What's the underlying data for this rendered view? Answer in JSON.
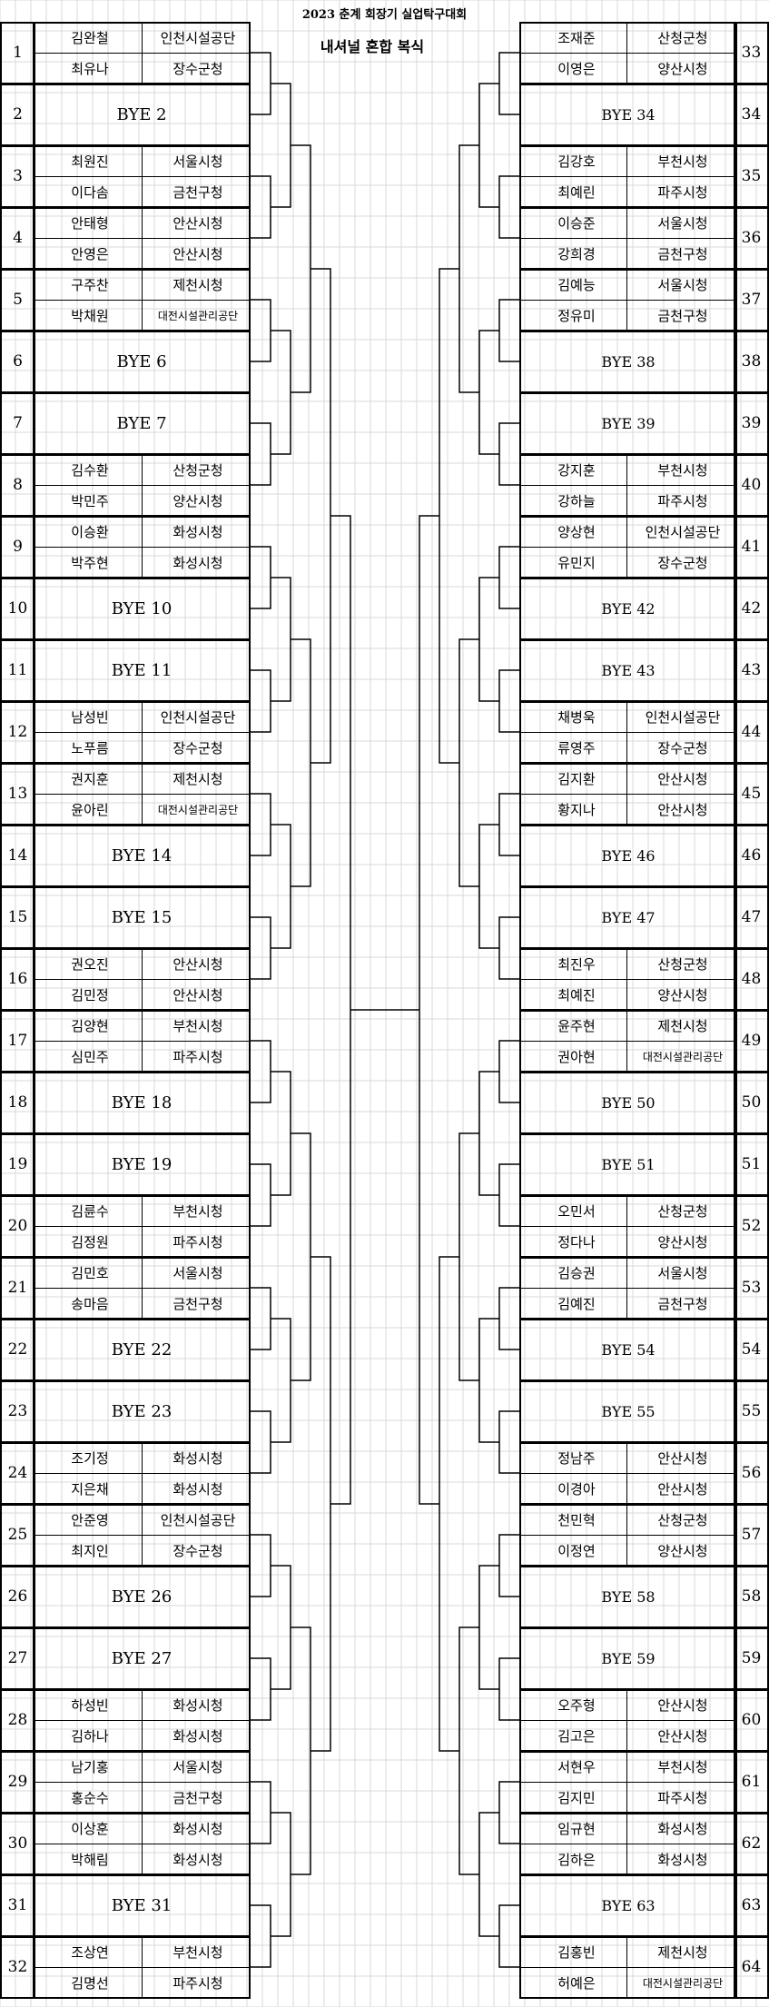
{
  "title": "2023 춘계 회장기 실업탁구대회",
  "subtitle": "내셔널 혼합 복식",
  "left_slots": [
    {
      "num": "1",
      "players": [
        [
          "김완철",
          "인천시설공단"
        ],
        [
          "최유나",
          "장수군청"
        ]
      ]
    },
    {
      "num": "2",
      "bye": "BYE 2"
    },
    {
      "num": "3",
      "players": [
        [
          "최원진",
          "서울시청"
        ],
        [
          "이다솜",
          "금천구청"
        ]
      ]
    },
    {
      "num": "4",
      "players": [
        [
          "안태형",
          "안산시청"
        ],
        [
          "안영은",
          "안산시청"
        ]
      ]
    },
    {
      "num": "5",
      "players": [
        [
          "구주찬",
          "제천시청"
        ],
        [
          "박채원",
          "대전시설관리공단"
        ]
      ]
    },
    {
      "num": "6",
      "bye": "BYE 6"
    },
    {
      "num": "7",
      "bye": "BYE 7"
    },
    {
      "num": "8",
      "players": [
        [
          "김수환",
          "산청군청"
        ],
        [
          "박민주",
          "양산시청"
        ]
      ]
    },
    {
      "num": "9",
      "players": [
        [
          "이승환",
          "화성시청"
        ],
        [
          "박주현",
          "화성시청"
        ]
      ]
    },
    {
      "num": "10",
      "bye": "BYE 10"
    },
    {
      "num": "11",
      "bye": "BYE 11"
    },
    {
      "num": "12",
      "players": [
        [
          "남성빈",
          "인천시설공단"
        ],
        [
          "노푸름",
          "장수군청"
        ]
      ]
    },
    {
      "num": "13",
      "players": [
        [
          "권지훈",
          "제천시청"
        ],
        [
          "윤아린",
          "대전시설관리공단"
        ]
      ]
    },
    {
      "num": "14",
      "bye": "BYE 14"
    },
    {
      "num": "15",
      "bye": "BYE 15"
    },
    {
      "num": "16",
      "players": [
        [
          "권오진",
          "안산시청"
        ],
        [
          "김민정",
          "안산시청"
        ]
      ]
    },
    {
      "num": "17",
      "players": [
        [
          "김양현",
          "부천시청"
        ],
        [
          "심민주",
          "파주시청"
        ]
      ]
    },
    {
      "num": "18",
      "bye": "BYE 18"
    },
    {
      "num": "19",
      "bye": "BYE 19"
    },
    {
      "num": "20",
      "players": [
        [
          "김륜수",
          "부천시청"
        ],
        [
          "김정원",
          "파주시청"
        ]
      ]
    },
    {
      "num": "21",
      "players": [
        [
          "김민호",
          "서울시청"
        ],
        [
          "송마음",
          "금천구청"
        ]
      ]
    },
    {
      "num": "22",
      "bye": "BYE 22"
    },
    {
      "num": "23",
      "bye": "BYE 23"
    },
    {
      "num": "24",
      "players": [
        [
          "조기정",
          "화성시청"
        ],
        [
          "지은채",
          "화성시청"
        ]
      ]
    },
    {
      "num": "25",
      "players": [
        [
          "안준영",
          "인천시설공단"
        ],
        [
          "최지인",
          "장수군청"
        ]
      ]
    },
    {
      "num": "26",
      "bye": "BYE 26"
    },
    {
      "num": "27",
      "bye": "BYE 27"
    },
    {
      "num": "28",
      "players": [
        [
          "하성빈",
          "화성시청"
        ],
        [
          "김하나",
          "화성시청"
        ]
      ]
    },
    {
      "num": "29",
      "players": [
        [
          "남기홍",
          "서울시청"
        ],
        [
          "홍순수",
          "금천구청"
        ]
      ]
    },
    {
      "num": "30",
      "players": [
        [
          "이상훈",
          "화성시청"
        ],
        [
          "박해림",
          "화성시청"
        ]
      ]
    },
    {
      "num": "31",
      "bye": "BYE 31"
    },
    {
      "num": "32",
      "players": [
        [
          "조상연",
          "부천시청"
        ],
        [
          "김명선",
          "파주시청"
        ]
      ]
    }
  ],
  "right_slots": [
    {
      "num": "33",
      "players": [
        [
          "조재준",
          "산청군청"
        ],
        [
          "이영은",
          "양산시청"
        ]
      ]
    },
    {
      "num": "34",
      "bye": "BYE 34"
    },
    {
      "num": "35",
      "players": [
        [
          "김강호",
          "부천시청"
        ],
        [
          "최예린",
          "파주시청"
        ]
      ]
    },
    {
      "num": "36",
      "players": [
        [
          "이승준",
          "서울시청"
        ],
        [
          "강희경",
          "금천구청"
        ]
      ]
    },
    {
      "num": "37",
      "players": [
        [
          "김예능",
          "서울시청"
        ],
        [
          "정유미",
          "금천구청"
        ]
      ]
    },
    {
      "num": "38",
      "bye": "BYE 38"
    },
    {
      "num": "39",
      "bye": "BYE 39"
    },
    {
      "num": "40",
      "players": [
        [
          "강지훈",
          "부천시청"
        ],
        [
          "강하늘",
          "파주시청"
        ]
      ]
    },
    {
      "num": "41",
      "players": [
        [
          "양상현",
          "인천시설공단"
        ],
        [
          "유민지",
          "장수군청"
        ]
      ]
    },
    {
      "num": "42",
      "bye": "BYE 42"
    },
    {
      "num": "43",
      "bye": "BYE 43"
    },
    {
      "num": "44",
      "players": [
        [
          "채병욱",
          "인천시설공단"
        ],
        [
          "류영주",
          "장수군청"
        ]
      ]
    },
    {
      "num": "45",
      "players": [
        [
          "김지환",
          "안산시청"
        ],
        [
          "황지나",
          "안산시청"
        ]
      ]
    },
    {
      "num": "46",
      "bye": "BYE 46"
    },
    {
      "num": "47",
      "bye": "BYE 47"
    },
    {
      "num": "48",
      "players": [
        [
          "최진우",
          "산청군청"
        ],
        [
          "최예진",
          "양산시청"
        ]
      ]
    },
    {
      "num": "49",
      "players": [
        [
          "윤주현",
          "제천시청"
        ],
        [
          "권아현",
          "대전시설관리공단"
        ]
      ]
    },
    {
      "num": "50",
      "bye": "BYE 50"
    },
    {
      "num": "51",
      "bye": "BYE 51"
    },
    {
      "num": "52",
      "players": [
        [
          "오민서",
          "산청군청"
        ],
        [
          "정다나",
          "양산시청"
        ]
      ]
    },
    {
      "num": "53",
      "players": [
        [
          "김승권",
          "서울시청"
        ],
        [
          "김예진",
          "금천구청"
        ]
      ]
    },
    {
      "num": "54",
      "bye": "BYE 54"
    },
    {
      "num": "55",
      "bye": "BYE 55"
    },
    {
      "num": "56",
      "players": [
        [
          "정남주",
          "안산시청"
        ],
        [
          "이경아",
          "안산시청"
        ]
      ]
    },
    {
      "num": "57",
      "players": [
        [
          "천민혁",
          "산청군청"
        ],
        [
          "이정연",
          "양산시청"
        ]
      ]
    },
    {
      "num": "58",
      "bye": "BYE 58"
    },
    {
      "num": "59",
      "bye": "BYE 59"
    },
    {
      "num": "60",
      "players": [
        [
          "오주형",
          "안산시청"
        ],
        [
          "김고은",
          "안산시청"
        ]
      ]
    },
    {
      "num": "61",
      "players": [
        [
          "서현우",
          "부천시청"
        ],
        [
          "김지민",
          "파주시청"
        ]
      ]
    },
    {
      "num": "62",
      "players": [
        [
          "임규현",
          "화성시청"
        ],
        [
          "김하은",
          "화성시청"
        ]
      ]
    },
    {
      "num": "63",
      "bye": "BYE 63"
    },
    {
      "num": "64",
      "players": [
        [
          "김홍빈",
          "제천시청"
        ],
        [
          "허예은",
          "대전시설관리공단"
        ]
      ]
    }
  ]
}
